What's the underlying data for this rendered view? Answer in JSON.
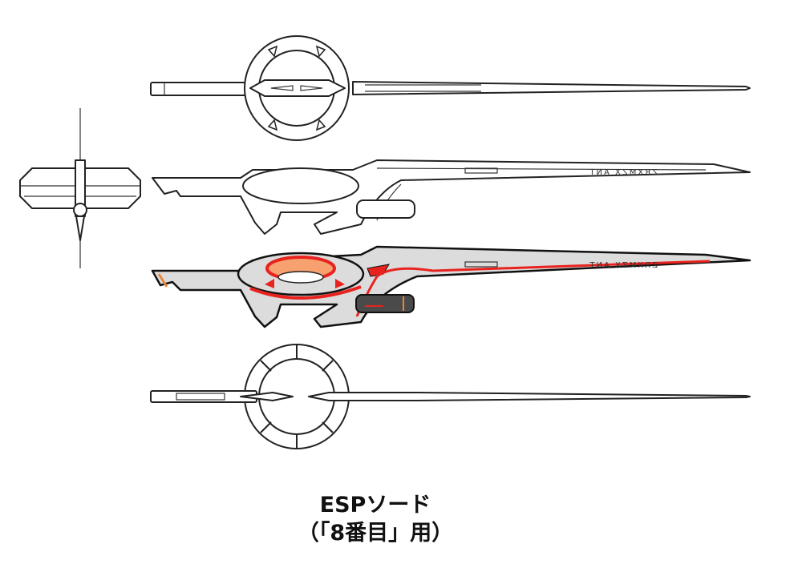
{
  "caption": {
    "title": "ESPソード",
    "subtitle": "（「8番目」用）"
  },
  "blade_inscription": "ZRXMZX ANT",
  "colors": {
    "accent_red": "#e8231f",
    "glow_orange": "#f7a070",
    "accent_orange": "#e8873a",
    "body_gray": "#dcdcdc",
    "dark_gray": "#4a4a4a"
  },
  "views": [
    "top-view",
    "front-view",
    "side-view-lineart",
    "side-view-color",
    "bottom-view"
  ]
}
